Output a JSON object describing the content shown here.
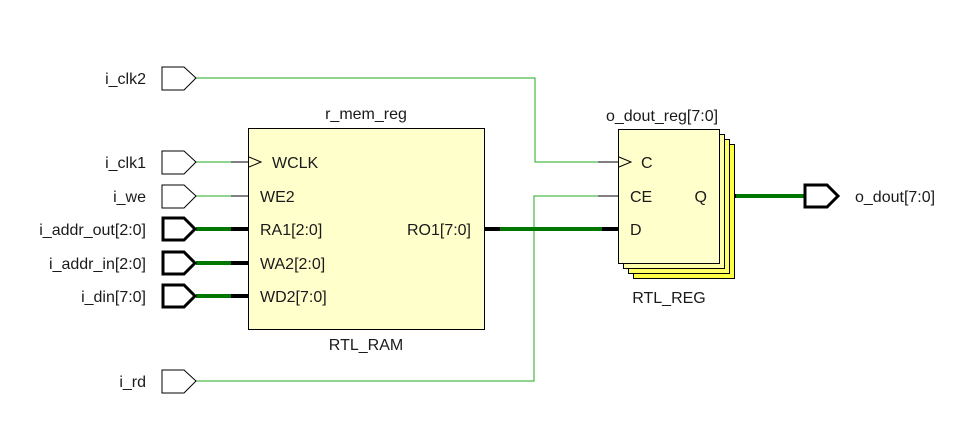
{
  "colors": {
    "wire_thin": "#22aa22",
    "wire_bus": "#007700",
    "stub": "#000000",
    "ram_fill": "#ffffcc",
    "reg_back_fill": "#ffff44"
  },
  "inputs": [
    {
      "name": "i_clk2",
      "bus": false
    },
    {
      "name": "i_clk1",
      "bus": false
    },
    {
      "name": "i_we",
      "bus": false
    },
    {
      "name": "i_addr_out[2:0]",
      "bus": true
    },
    {
      "name": "i_addr_in[2:0]",
      "bus": true
    },
    {
      "name": "i_din[7:0]",
      "bus": true
    },
    {
      "name": "i_rd",
      "bus": false
    }
  ],
  "outputs": [
    {
      "name": "o_dout[7:0]",
      "bus": true
    }
  ],
  "ram": {
    "instance": "r_mem_reg",
    "type": "RTL_RAM",
    "pins_in": [
      "WCLK",
      "WE2",
      "RA1[2:0]",
      "WA2[2:0]",
      "WD2[7:0]"
    ],
    "pins_out": [
      "RO1[7:0]"
    ]
  },
  "reg": {
    "instance": "o_dout_reg[7:0]",
    "type": "RTL_REG",
    "pins_in": [
      "C",
      "CE",
      "D"
    ],
    "pins_out": [
      "Q"
    ]
  }
}
